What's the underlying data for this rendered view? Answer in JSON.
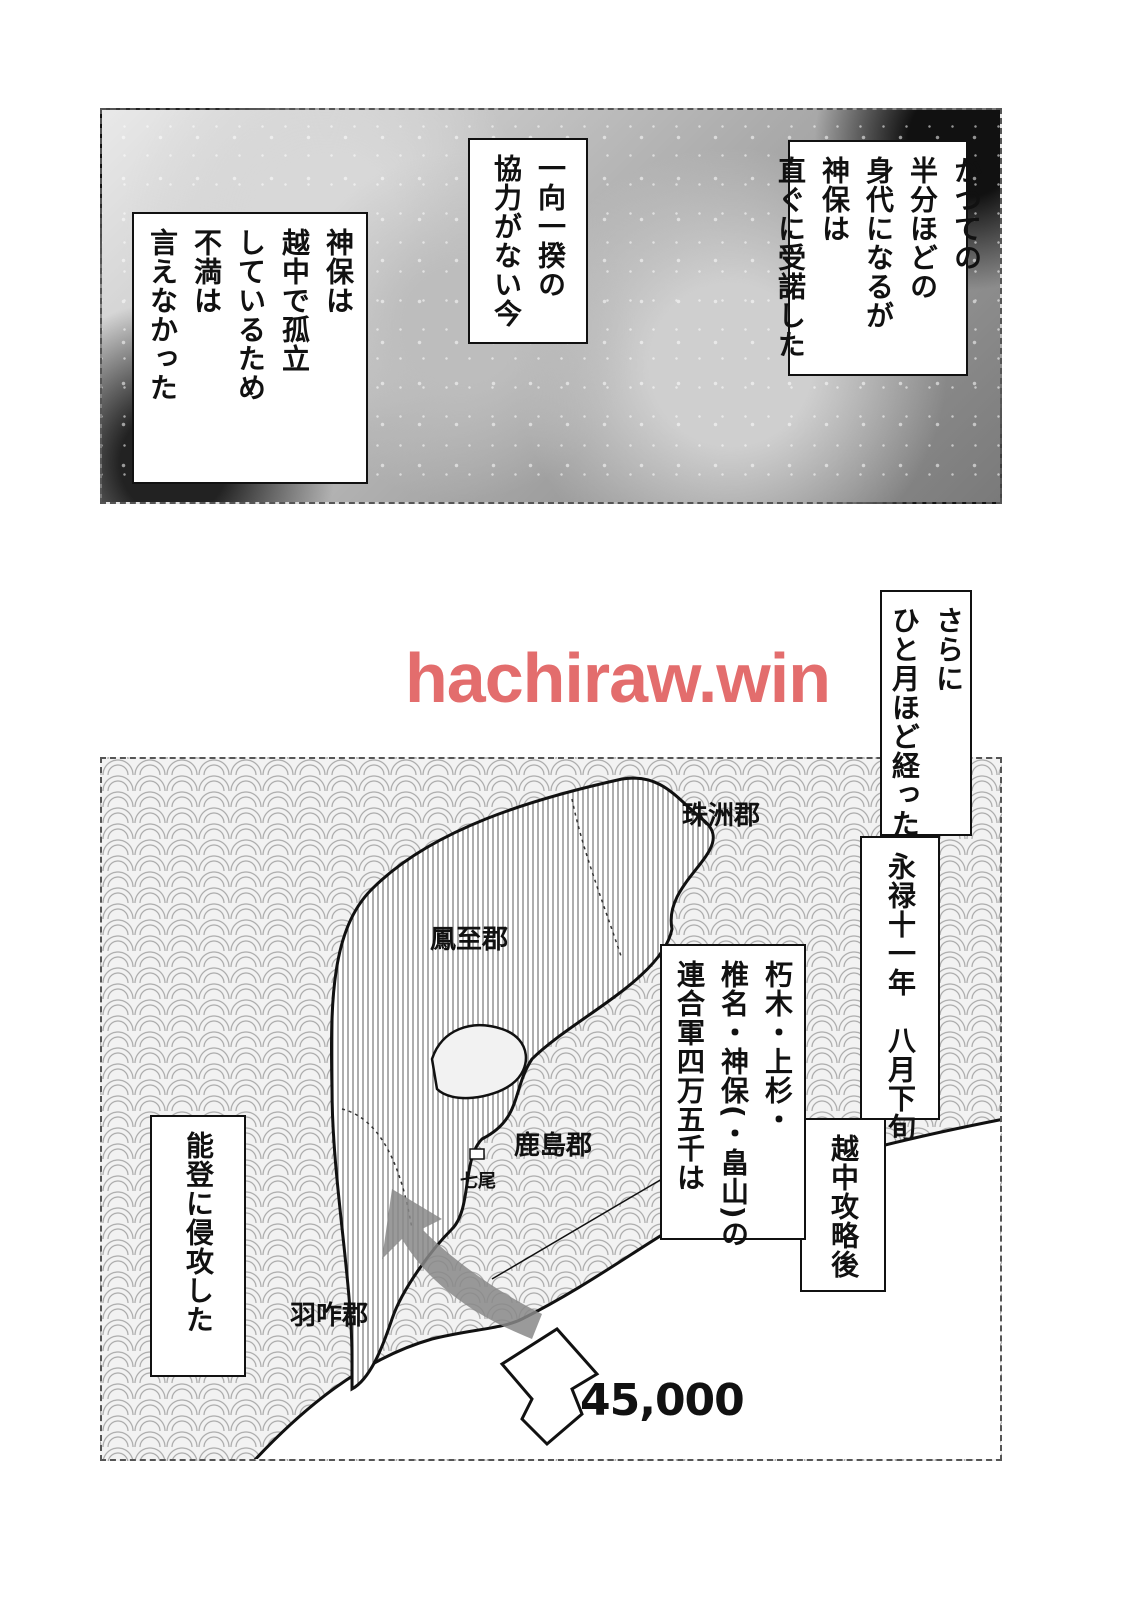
{
  "top_panel": {
    "caption_1": [
      "かつての",
      "半分ほどの",
      "身代になるが",
      "神保は",
      "直ぐに受諾した"
    ],
    "caption_2": [
      "一向一揆の",
      "協力がない今"
    ],
    "caption_3": [
      "神保は",
      "越中で孤立",
      "しているため",
      "不満は",
      "言えなかった"
    ]
  },
  "watermark": "hachiraw.win",
  "captions": {
    "time_passed": [
      "さらに",
      "ひと月ほど経った"
    ],
    "date": [
      "永禄十一年　八月下旬"
    ],
    "after_campaign": [
      "越中攻略後"
    ],
    "army": [
      "朽木・上杉・",
      "椎名・神保(・畠山)の",
      "連合軍四万五千は"
    ],
    "invaded": [
      "能登に侵攻した"
    ]
  },
  "map": {
    "districts": {
      "suzu": "珠洲郡",
      "fugeshi": "鳳至郡",
      "kashima": "鹿島郡",
      "hakui": "羽咋郡"
    },
    "castle": "七尾",
    "army_count": "45,000"
  }
}
